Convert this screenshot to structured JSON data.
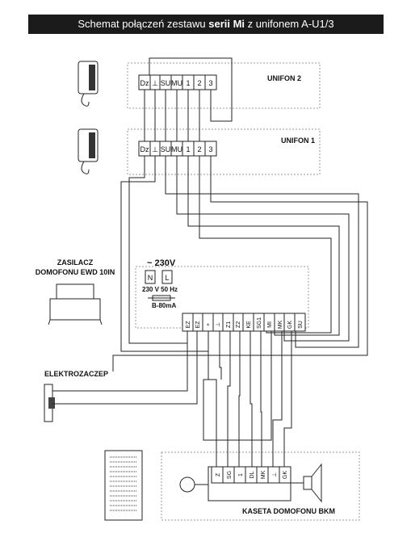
{
  "title": {
    "prefix": "Schemat połączeń zestawu",
    "bold": "serii Mi",
    "suffix": "z unifonem A-U1/3"
  },
  "unifon2": {
    "label": "UNIFON 2",
    "terminals": [
      "Dz",
      "⊥",
      "SU",
      "MU",
      "1",
      "2",
      "3"
    ]
  },
  "unifon1": {
    "label": "UNIFON 1",
    "terminals": [
      "Dz",
      "⊥",
      "SU",
      "MU",
      "1",
      "2",
      "3"
    ]
  },
  "power": {
    "voltage": "~ 230V",
    "n": "N",
    "l": "L",
    "rating": "230 V 50 Hz",
    "fuse": "B-80mA",
    "terminals": [
      "EZ",
      "EZ",
      "+",
      "⊥",
      "Z1",
      "Z2",
      "KE",
      "SG1",
      "MI",
      "MK",
      "GK",
      "SU"
    ]
  },
  "supply": {
    "label_line1": "ZASILACZ",
    "label_line2": "DOMOFONU EWD 10IN"
  },
  "lock": {
    "label": "ELEKTROZACZEP"
  },
  "panel": {
    "label": "KASETA DOMOFONU BKM",
    "terminals": [
      "Z",
      "SG",
      "1",
      "DL",
      "MK",
      "⊥",
      "GK"
    ]
  }
}
